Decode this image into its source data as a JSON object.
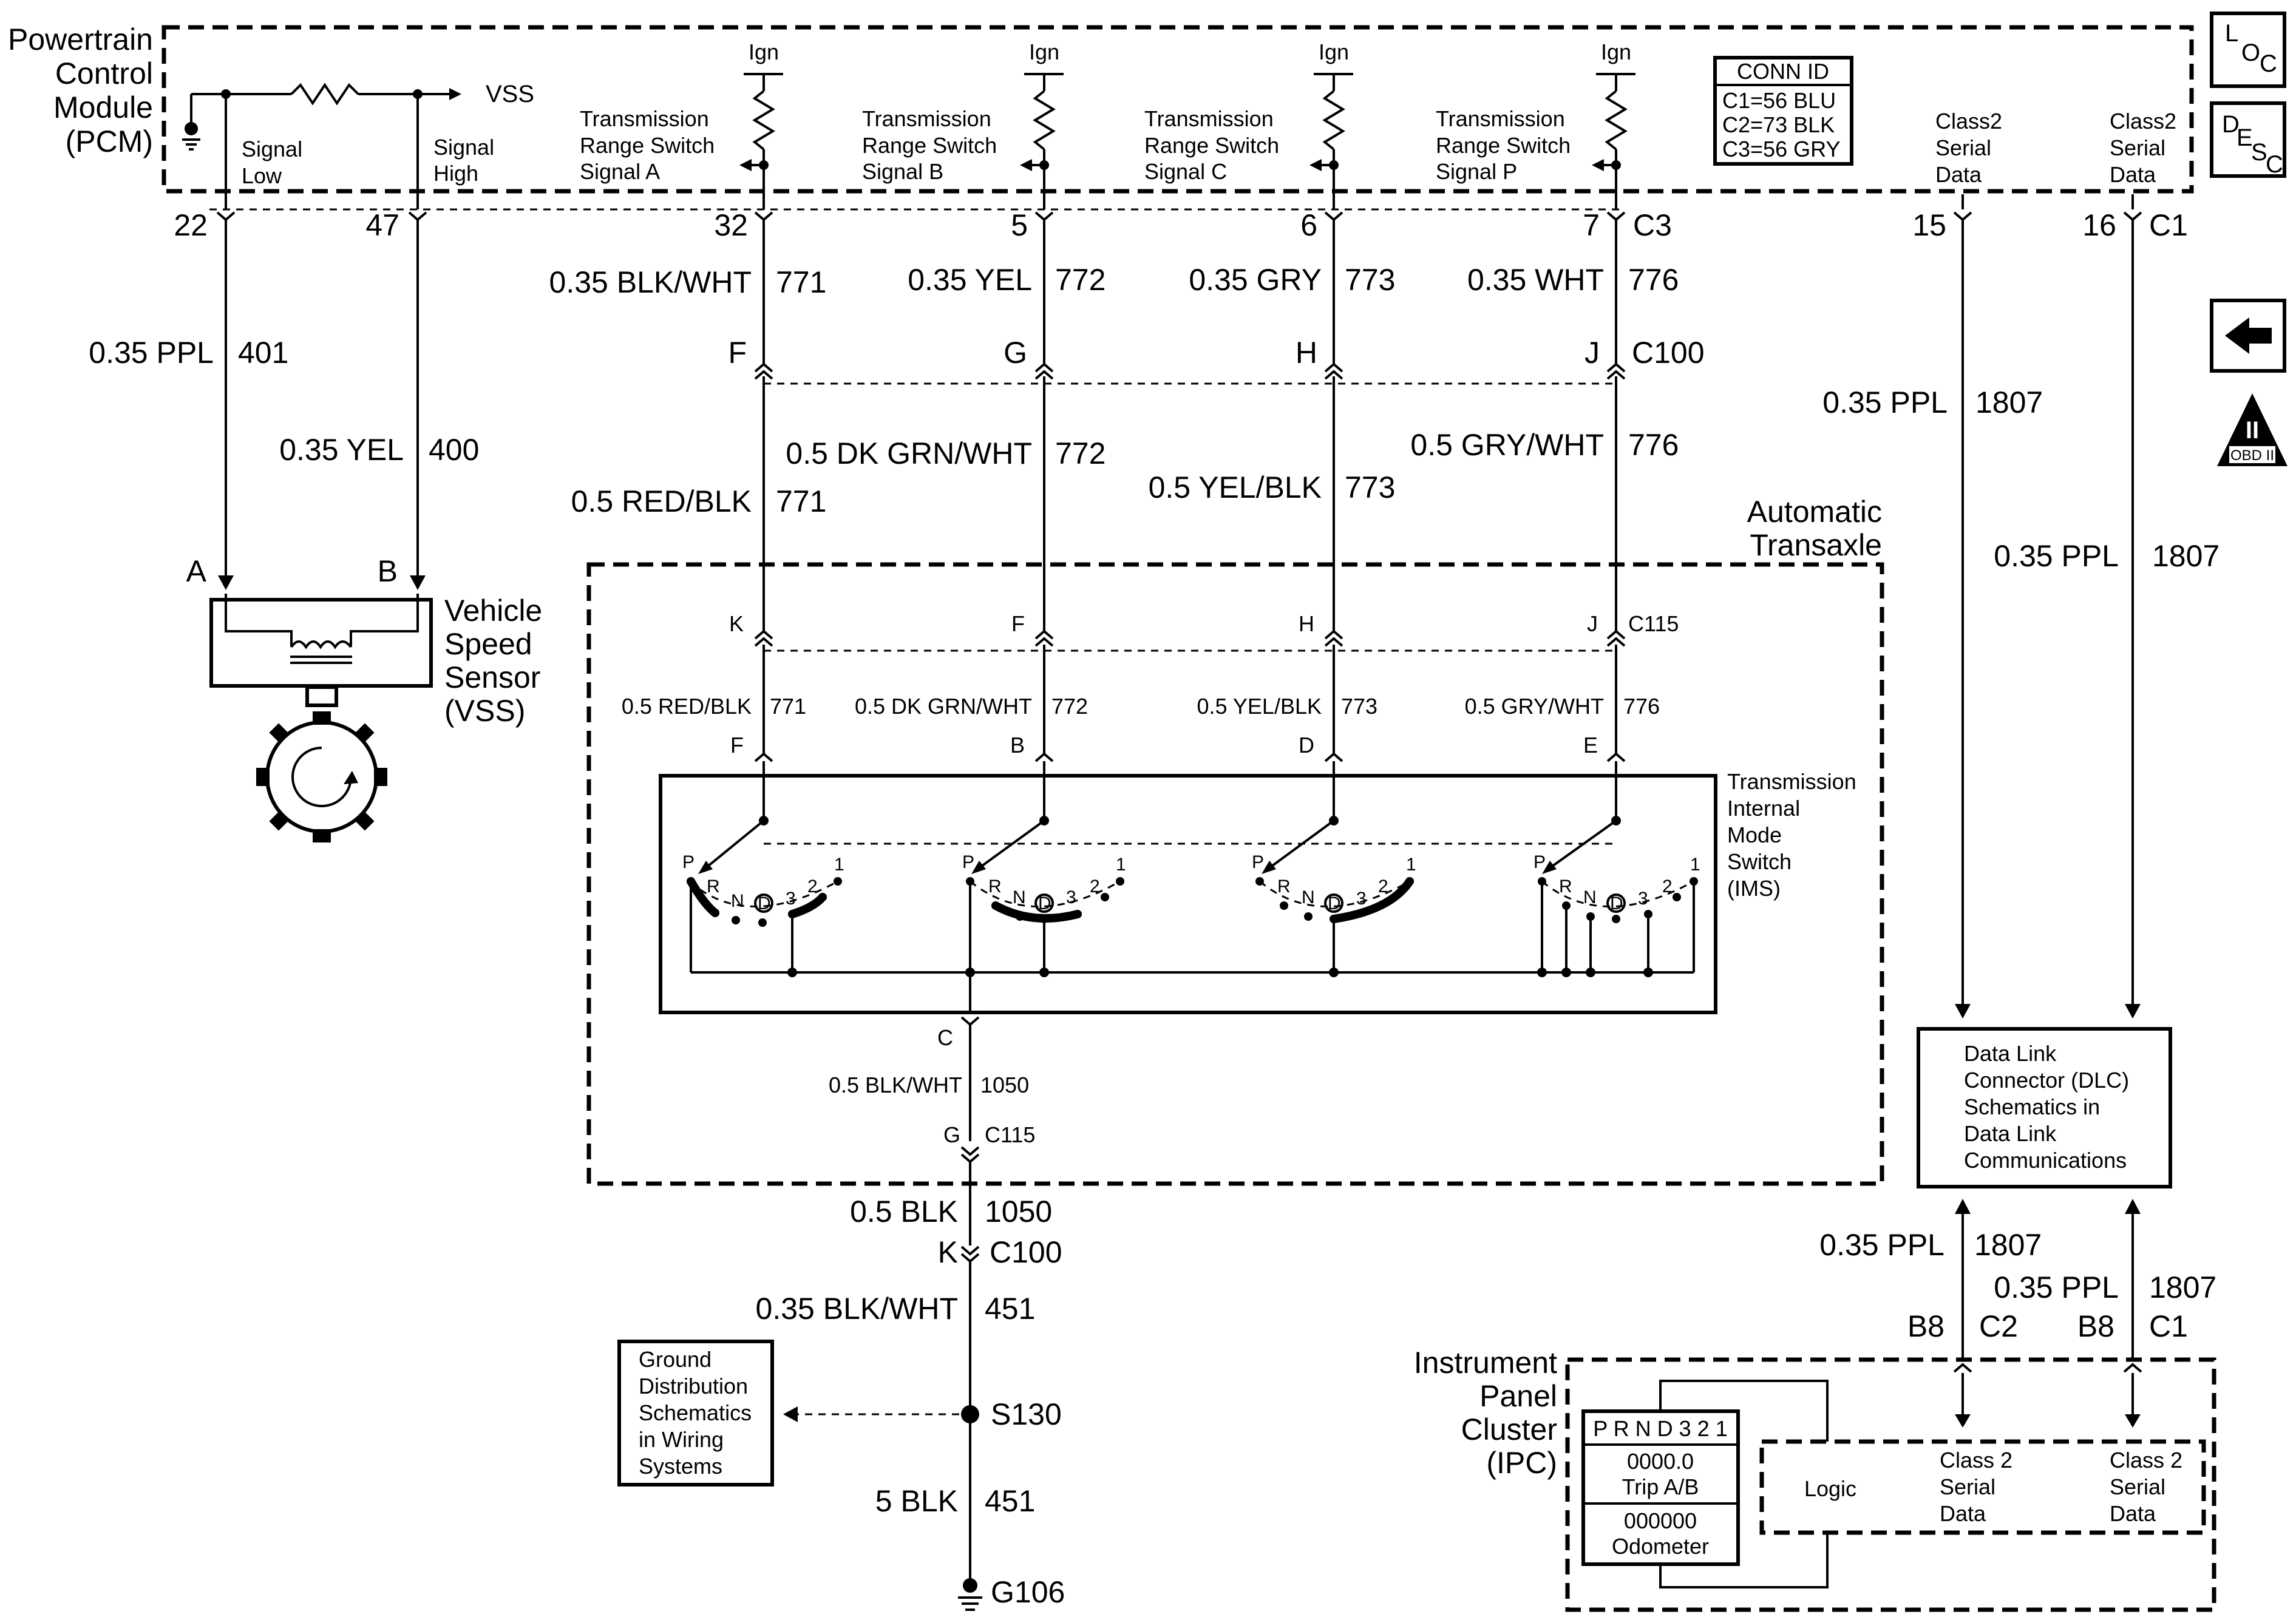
{
  "pcm": {
    "title_lines": [
      "Powertrain",
      "Control",
      "Module",
      "(PCM)"
    ],
    "vss_out": "VSS",
    "sig_low": [
      "Signal",
      "Low"
    ],
    "sig_high": [
      "Signal",
      "High"
    ],
    "ign": "Ign",
    "trs": [
      [
        "Transmission",
        "Range Switch",
        "Signal A"
      ],
      [
        "Transmission",
        "Range Switch",
        "Signal B"
      ],
      [
        "Transmission",
        "Range  Switch",
        "Signal C"
      ],
      [
        "Transmission",
        "Range Switch",
        "Signal P"
      ]
    ],
    "class2": [
      "Class2",
      "Serial",
      "Data"
    ],
    "conn_id": [
      "CONN ID",
      "C1=56 BLU",
      "C2=73 BLK",
      "C3=56 GRY"
    ]
  },
  "pins_top": [
    "22",
    "47",
    "32",
    "5",
    "6",
    "7",
    "C3",
    "15",
    "16",
    "C1"
  ],
  "wire_labels": {
    "w401_color": "0.35 PPL",
    "w401_num": "401",
    "w400_color": "0.35 YEL",
    "w400_num": "400",
    "w771_color": "0.35 BLK/WHT",
    "w771_num": "771",
    "w772_color": "0.35 YEL",
    "w772_num": "772",
    "w773_color": "0.35 GRY",
    "w773_num": "773",
    "w776_color": "0.35 WHT",
    "w776_num": "776",
    "c100_pins": [
      "F",
      "G",
      "H",
      "J"
    ],
    "c100": "C100",
    "w771b_color": "0.5 RED/BLK",
    "w771b_num": "771",
    "w772b_color": "0.5 DK GRN/WHT",
    "w772b_num": "772",
    "w773b_color": "0.5 YEL/BLK",
    "w773b_num": "773",
    "w776b_color": "0.5 GRY/WHT",
    "w776b_num": "776",
    "w1807_color": "0.35 PPL",
    "w1807_num": "1807"
  },
  "vss": {
    "pins": [
      "A",
      "B"
    ],
    "label": [
      "Vehicle",
      "Speed",
      "Sensor",
      "(VSS)"
    ]
  },
  "transaxle": {
    "label": [
      "Automatic",
      "Transaxle"
    ],
    "c115_pins": [
      "K",
      "F",
      "H",
      "J"
    ],
    "c115": "C115",
    "inner_wires": [
      {
        "color": "0.5 RED/BLK",
        "num": "771"
      },
      {
        "color": "0.5 DK GRN/WHT",
        "num": "772"
      },
      {
        "color": "0.5 YEL/BLK",
        "num": "773"
      },
      {
        "color": "0.5 GRY/WHT",
        "num": "776"
      }
    ],
    "ims_pins": [
      "F",
      "B",
      "D",
      "E"
    ],
    "ims_label": [
      "Transmission",
      "Internal",
      "Mode",
      "Switch",
      "(IMS)"
    ],
    "positions": [
      "P",
      "R",
      "N",
      "D",
      "3",
      "2",
      "1"
    ],
    "ground_pin": "C",
    "ground_wire_color": "0.5 BLK/WHT",
    "ground_wire_num": "1050",
    "g_pin": "G",
    "g_conn": "C115"
  },
  "ground": {
    "w1050_color": "0.5 BLK",
    "w1050_num": "1050",
    "k_pin": "K",
    "k_conn": "C100",
    "w451a_color": "0.35 BLK/WHT",
    "w451a_num": "451",
    "splice": "S130",
    "w451b_color": "5 BLK",
    "w451b_num": "451",
    "gnd": "G106",
    "ref_box": [
      "Ground",
      "Distribution",
      "Schematics",
      "in Wiring",
      "Systems"
    ]
  },
  "dlc": {
    "box": [
      "Data Link",
      "Connector (DLC)",
      "Schematics in",
      "Data Link",
      "Communications"
    ],
    "wire_color": "0.35 PPL",
    "wire_num": "1807",
    "pins": [
      "B8",
      "C2",
      "B8",
      "C1"
    ]
  },
  "ipc": {
    "title": [
      "Instrument",
      "Panel",
      "Cluster",
      "(IPC)"
    ],
    "prnd": "P R N D 3 2 1",
    "trip_val": "0000.0",
    "trip_label": "Trip A/B",
    "odo_val": "000000",
    "odo_label": "Odometer",
    "logic": "Logic",
    "class2": [
      "Class 2",
      "Serial",
      "Data"
    ]
  },
  "side_icons": {
    "loc": [
      "L",
      "O",
      "C"
    ],
    "desc": [
      "D",
      "E",
      "S",
      "C"
    ],
    "obd": [
      "II",
      "OBD II"
    ]
  }
}
